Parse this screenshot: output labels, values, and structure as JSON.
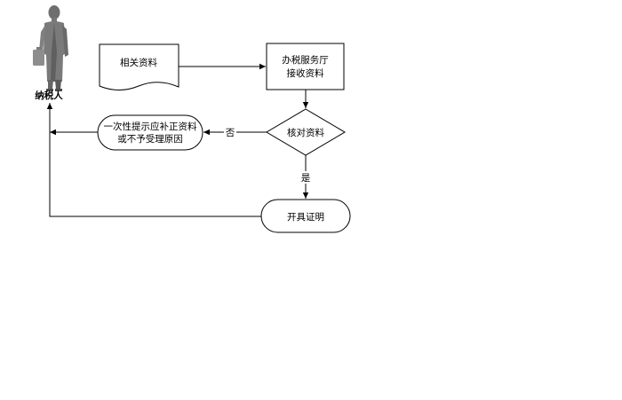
{
  "actor": {
    "label": "纳税人",
    "icon": "businessman-silhouette-icon"
  },
  "nodes": {
    "related_docs": {
      "label": "相关资料",
      "shape": "document"
    },
    "tax_hall": {
      "lines": [
        "办税服务厅",
        "接收资料"
      ],
      "shape": "rectangle"
    },
    "verify_docs": {
      "label": "核对资料",
      "shape": "diamond"
    },
    "notify_supplement": {
      "lines": [
        "一次性提示应补正资料",
        "或不予受理原因"
      ],
      "shape": "terminator"
    },
    "issue_certificate": {
      "label": "开具证明",
      "shape": "terminator"
    }
  },
  "edges": {
    "no_label": "否",
    "yes_label": "是"
  },
  "colors": {
    "line": "#000000",
    "fill": "#ffffff",
    "actor_dark": "#6b6b6b",
    "actor_light": "#9a9a9a"
  }
}
